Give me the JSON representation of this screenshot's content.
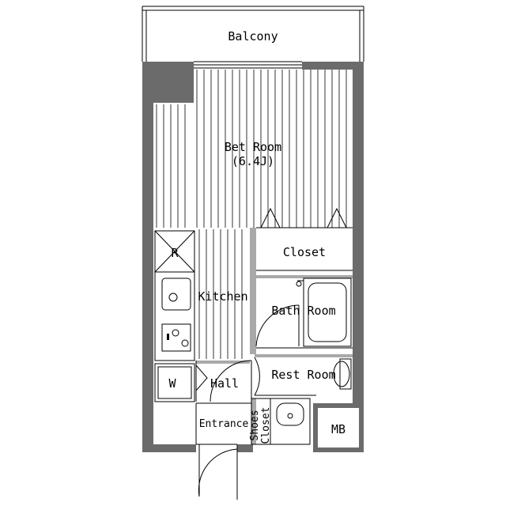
{
  "plan": {
    "balcony": "Balcony",
    "bedroom_name": "Bet Room",
    "bedroom_size": "(6.4J)",
    "closet": "Closet",
    "kitchen": "Kitchen",
    "fridge": "R",
    "washer": "W",
    "bath": "Bath Room",
    "rest": "Rest Room",
    "hall": "Hall",
    "entrance": "Entrance",
    "shoes_1": "Shoes",
    "shoes_2": "Closet",
    "mb": "MB"
  }
}
